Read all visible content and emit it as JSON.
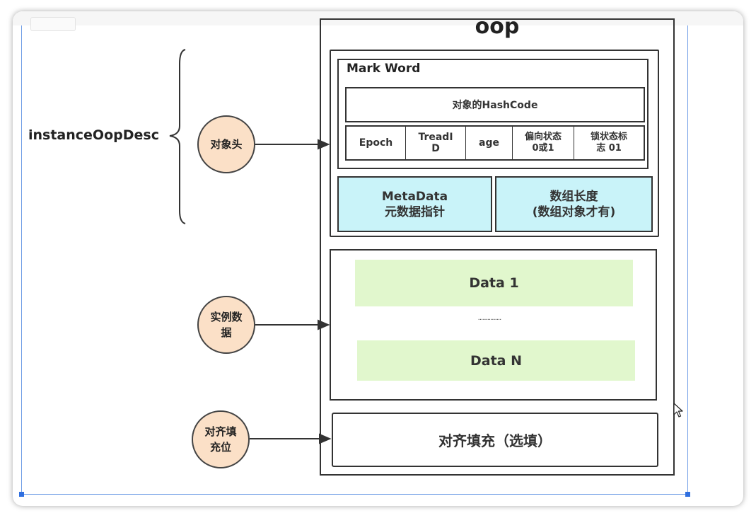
{
  "diagram": {
    "title": "oop",
    "left_label": "instanceOopDesc",
    "header": {
      "mark_word": {
        "title": "Mark Word",
        "hashcode": "对象的HashCode",
        "bits": [
          "Epoch",
          "TreadI D",
          "age",
          "偏向状态 0或1",
          "锁状态标 志 01"
        ]
      },
      "metadata": {
        "line1": "MetaData",
        "line2": "元数据指针"
      },
      "array_length": {
        "line1": "数组长度",
        "line2": "(数组对象才有)"
      }
    },
    "instance_data": {
      "first": "Data 1",
      "ellipsis": "...............",
      "last": "Data N"
    },
    "padding": "对齐填充（选填）",
    "nodes": {
      "object_header": "对象头",
      "instance_data": "实例数 据",
      "padding": "对齐填 充位"
    }
  },
  "colors": {
    "node_fill": "#fbe0c7",
    "metadata_fill": "#c9f3f9",
    "data_fill": "#e1f7cd",
    "selection": "#2f6fe0"
  }
}
